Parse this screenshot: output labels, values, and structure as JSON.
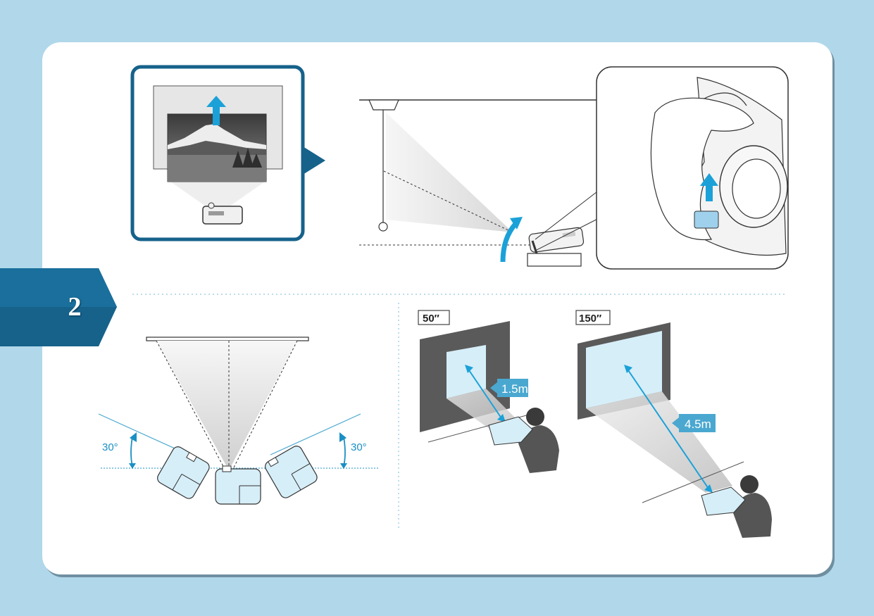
{
  "step": {
    "number": "2"
  },
  "angle_diagram": {
    "left_angle": "30°",
    "right_angle": "30°"
  },
  "distance_examples": [
    {
      "size_label": "50″",
      "distance_label": "1.5m"
    },
    {
      "size_label": "150″",
      "distance_label": "4.5m"
    }
  ],
  "colors": {
    "background": "#b0d8ea",
    "card": "#ffffff",
    "accent_blue": "#1a6f9c",
    "arrow_blue": "#1ba1d8",
    "label_blue": "#4aa8d0",
    "projector_fill": "#d6eef8"
  }
}
